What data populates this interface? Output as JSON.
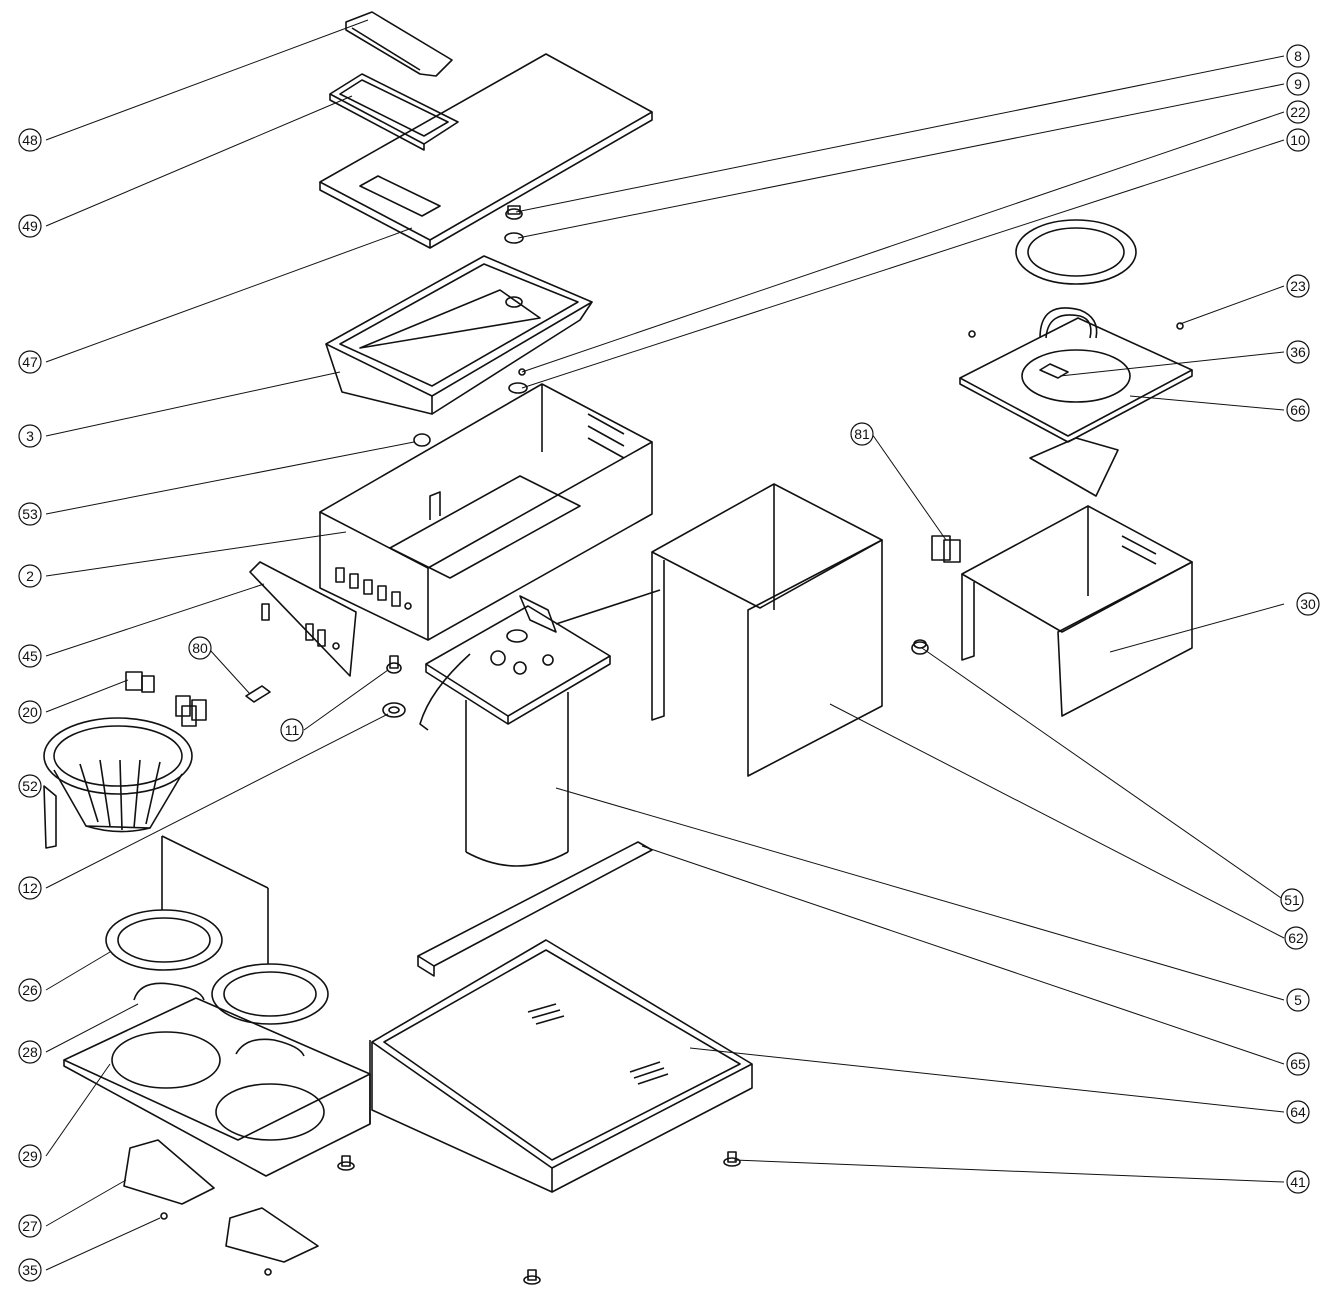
{
  "callouts": {
    "c48": "48",
    "c49": "49",
    "c47": "47",
    "c3": "3",
    "c53": "53",
    "c2": "2",
    "c45": "45",
    "c20": "20",
    "c52": "52",
    "c12": "12",
    "c26": "26",
    "c28": "28",
    "c29": "29",
    "c27": "27",
    "c35": "35",
    "c80": "80",
    "c11": "11",
    "c8": "8",
    "c9": "9",
    "c22": "22",
    "c10": "10",
    "c23": "23",
    "c36": "36",
    "c66": "66",
    "c81": "81",
    "c30": "30",
    "c51": "51",
    "c62": "62",
    "c5": "5",
    "c65": "65",
    "c64": "64",
    "c41": "41"
  },
  "colors": {
    "line": "#111111",
    "background": "#ffffff",
    "shade": "#cccccc"
  }
}
